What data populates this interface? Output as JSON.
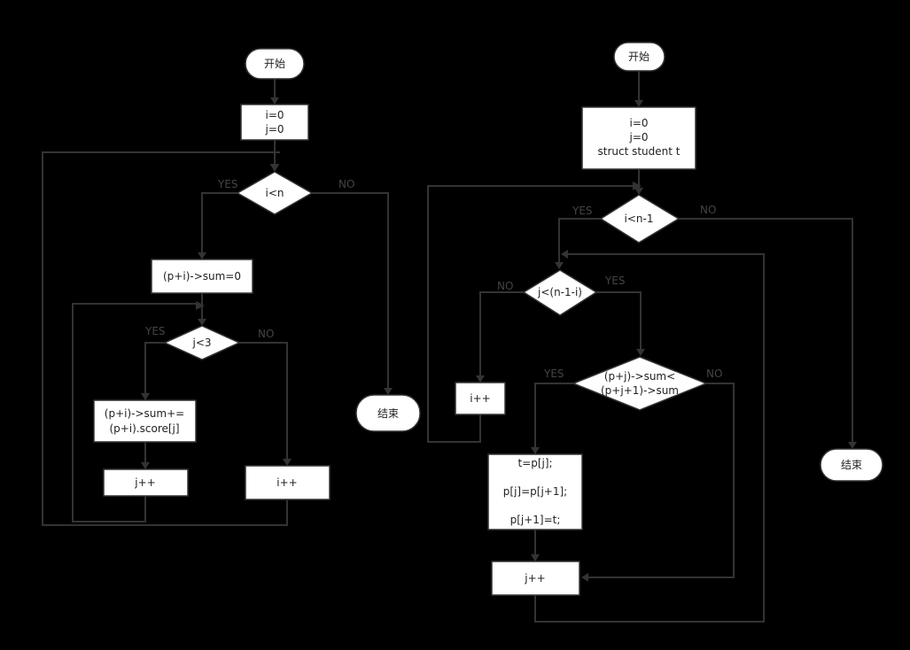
{
  "left_flow": {
    "start": "开始",
    "init": [
      "i=0",
      "j=0"
    ],
    "outer_cond": "i<n",
    "outer_yes": "YES",
    "outer_no": "NO",
    "reset_sum": "(p+i)->sum=0",
    "inner_cond": "j<3",
    "inner_yes": "YES",
    "inner_no": "NO",
    "accumulate": [
      "(p+i)->sum+=",
      "(p+i).score[j]"
    ],
    "inc_j": "j++",
    "inc_i": "i++",
    "end": "结束"
  },
  "right_flow": {
    "start": "开始",
    "init": [
      "i=0",
      "j=0",
      "struct student t"
    ],
    "outer_cond": "i<n-1",
    "outer_yes": "YES",
    "outer_no": "NO",
    "inner_cond": "j<(n-1-i)",
    "inner_yes": "YES",
    "inner_no": "NO",
    "inc_i": "i++",
    "compare_cond": [
      "(p+j)->sum<",
      "(p+j+1)->sum"
    ],
    "compare_yes": "YES",
    "compare_no": "NO",
    "swap": [
      "t=p[j];",
      "p[j]=p[j+1];",
      "p[j+1]=t;"
    ],
    "inc_j": "j++",
    "end": "结束"
  }
}
